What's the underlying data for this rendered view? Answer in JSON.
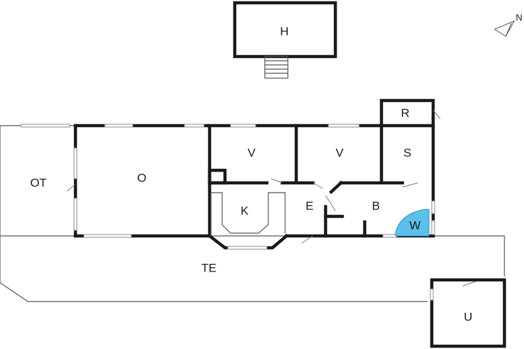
{
  "rooms": {
    "H": "H",
    "R": "R",
    "S": "S",
    "V1": "V",
    "V2": "V",
    "O": "O",
    "OT": "OT",
    "K": "K",
    "E": "E",
    "B": "B",
    "W": "W",
    "TE": "TE",
    "U": "U"
  },
  "compass": {
    "label": "N"
  },
  "colors": {
    "walls": "#1a1a1a",
    "whirlpool": "#5bc0eb",
    "background": "#ffffff"
  }
}
